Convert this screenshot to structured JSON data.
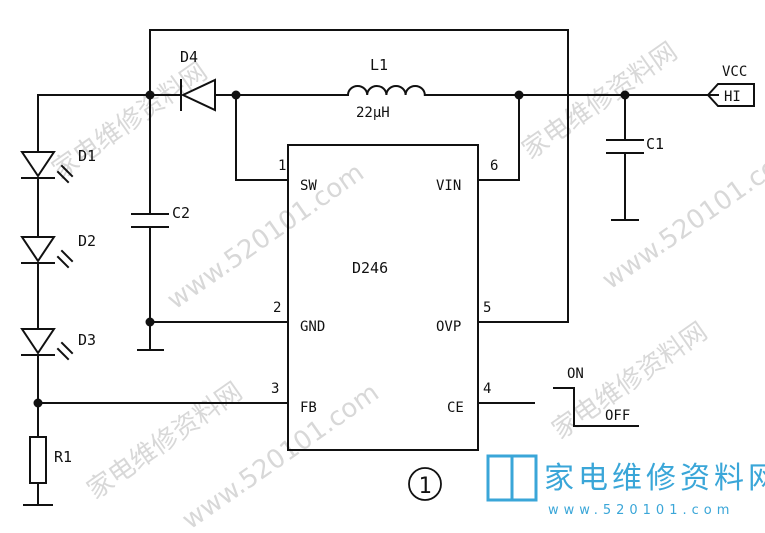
{
  "chip": {
    "name": "D246"
  },
  "pins": [
    {
      "number": "1",
      "name": "SW"
    },
    {
      "number": "2",
      "name": "GND"
    },
    {
      "number": "3",
      "name": "FB"
    },
    {
      "number": "6",
      "name": "VIN"
    },
    {
      "number": "5",
      "name": "OVP"
    },
    {
      "number": "4",
      "name": "CE"
    }
  ],
  "components": {
    "inductor": {
      "ref": "L1",
      "value": "22μH"
    },
    "diode": {
      "ref": "D4"
    },
    "cap_out": {
      "ref": "C2"
    },
    "cap_in": {
      "ref": "C1"
    },
    "resistor": {
      "ref": "R1"
    },
    "leds": [
      {
        "ref": "D1"
      },
      {
        "ref": "D2"
      },
      {
        "ref": "D3"
      }
    ]
  },
  "connector": {
    "net": "VCC",
    "level": "HI"
  },
  "switch": {
    "on": "ON",
    "off": "OFF"
  },
  "figure_number": "①",
  "watermark": {
    "site_cn": "家电维修资料网",
    "site_url": "www.520101.com",
    "logo_url": "www.520101.com"
  }
}
